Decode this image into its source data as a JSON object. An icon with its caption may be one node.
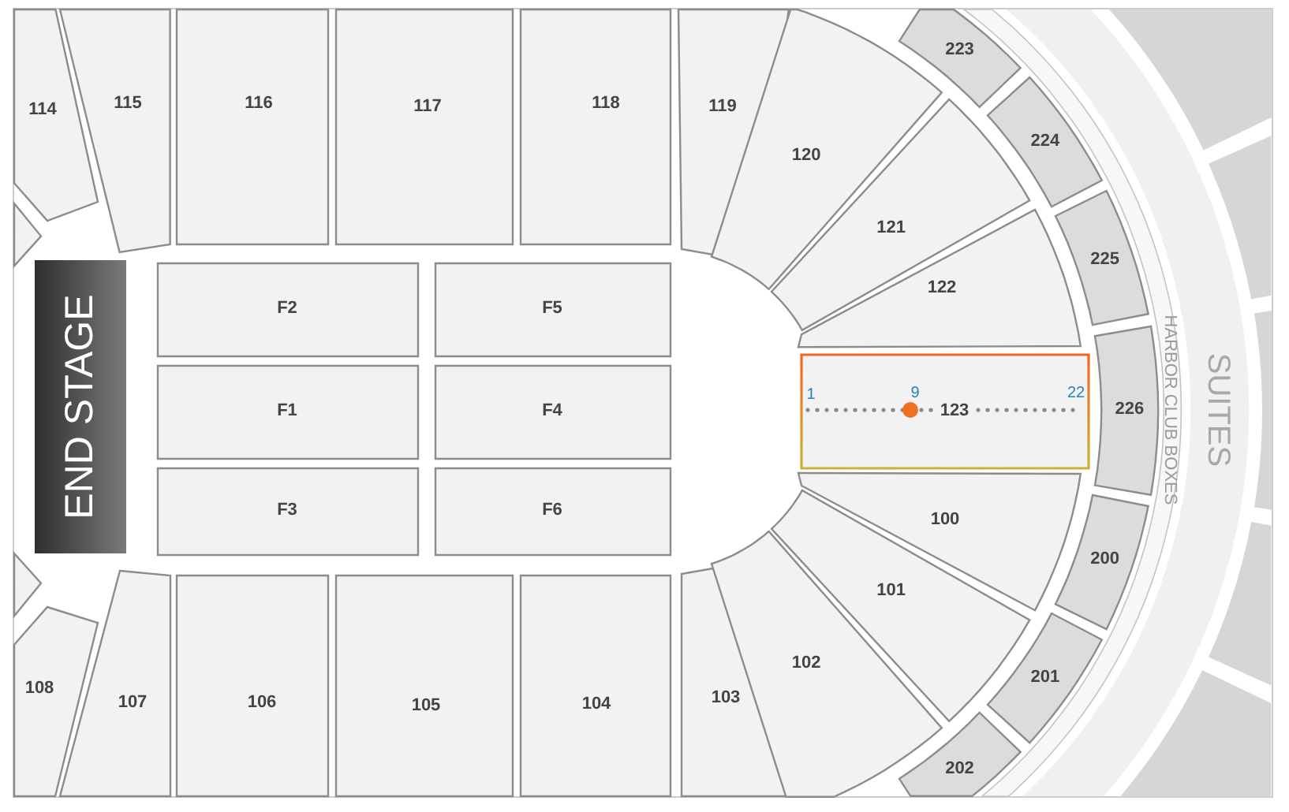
{
  "diagram": {
    "nodes": [
      {
        "text": [
          "114"
        ]
      },
      {
        "text": [
          "115"
        ]
      },
      {
        "text": [
          "116"
        ]
      },
      {
        "text": [
          "117"
        ]
      },
      {
        "text": [
          "118"
        ]
      },
      {
        "text": [
          "119"
        ]
      },
      {
        "text": [
          "120"
        ]
      },
      {
        "text": [
          "223"
        ]
      },
      {
        "text": [
          "224"
        ]
      },
      {
        "text": [
          "121"
        ]
      },
      {
        "text": [
          "122"
        ]
      },
      {
        "text": [
          "225"
        ]
      },
      {
        "text": [
          "END STAGE"
        ]
      },
      {
        "text": [
          "F2"
        ]
      },
      {
        "text": [
          "F5"
        ]
      },
      {
        "text": [
          "F1"
        ]
      },
      {
        "text": [
          "F4"
        ]
      },
      {
        "text": [
          "123"
        ]
      },
      {
        "text": [
          "226"
        ]
      },
      {
        "text": [
          "F3"
        ]
      },
      {
        "text": [
          "F6"
        ]
      },
      {
        "text": [
          "100"
        ]
      },
      {
        "text": [
          "200"
        ]
      },
      {
        "text": [
          "101"
        ]
      },
      {
        "text": [
          "201"
        ]
      },
      {
        "text": [
          "108"
        ]
      },
      {
        "text": [
          "107"
        ]
      },
      {
        "text": [
          "106"
        ]
      },
      {
        "text": [
          "105"
        ]
      },
      {
        "text": [
          "104"
        ]
      },
      {
        "text": [
          "103"
        ]
      },
      {
        "text": [
          "102"
        ]
      },
      {
        "text": [
          "202"
        ]
      },
      {
        "text": [
          "HARBOR CLUB BOXES"
        ]
      },
      {
        "text": [
          "SUITES"
        ]
      },
      {
        "text": [],
        "shape": "box"
      },
      {
        "text": [],
        "shape": "box"
      },
      {
        "text": [],
        "shape": "box"
      },
      {
        "text": [],
        "shape": "box"
      },
      {
        "text": [],
        "shape": "box"
      },
      {
        "text": [],
        "shape": "box"
      },
      {
        "text": [],
        "shape": "box"
      }
    ],
    "labels": [
      "1",
      "9",
      "22"
    ]
  }
}
